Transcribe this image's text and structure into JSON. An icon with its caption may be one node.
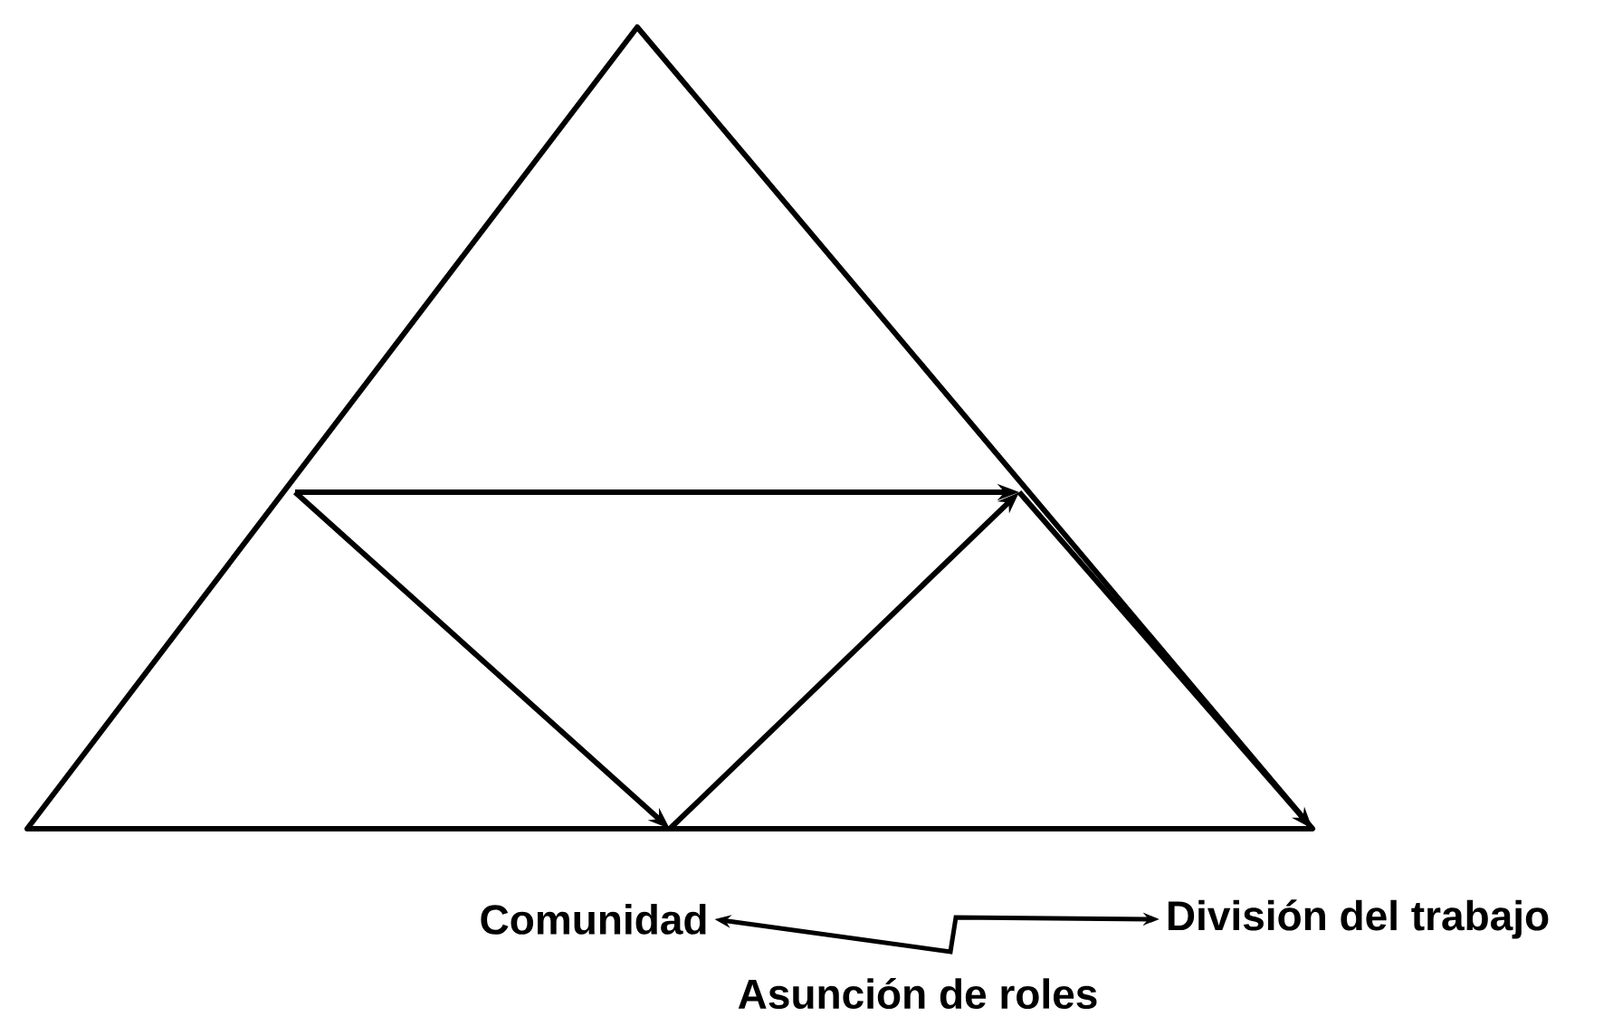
{
  "diagram": {
    "nodes": [
      {
        "text": [
          "Comunidad"
        ]
      },
      {
        "text": [
          "División del trabajo"
        ]
      }
    ],
    "edges": [
      {
        "from": 0,
        "to": 1,
        "arrow": "both",
        "label": "Asunción de roles"
      }
    ]
  }
}
